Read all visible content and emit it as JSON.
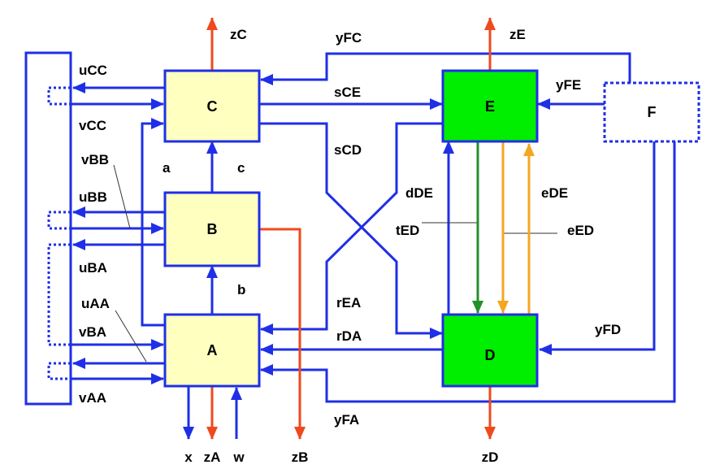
{
  "colors": {
    "blue": "#1f2fe6",
    "red": "#ee4a1e",
    "green": "#23902a",
    "orange": "#f4a622",
    "yellow_block": "#ffffc0",
    "green_block": "#00ee00"
  },
  "blocks": {
    "A": "A",
    "B": "B",
    "C": "C",
    "D": "D",
    "E": "E",
    "F": "F"
  },
  "labels": {
    "zC": "zC",
    "yFC": "yFC",
    "zE": "zE",
    "uCC": "uCC",
    "sCE": "sCE",
    "yFE": "yFE",
    "vCC": "vCC",
    "sCD": "sCD",
    "vBB": "vBB",
    "a": "a",
    "c": "c",
    "dDE": "dDE",
    "eDE": "eDE",
    "uBB": "uBB",
    "tED": "tED",
    "eED": "eED",
    "uBA": "uBA",
    "b": "b",
    "uAA": "uAA",
    "rEA": "rEA",
    "vBA": "vBA",
    "rDA": "rDA",
    "yFD": "yFD",
    "vAA": "vAA",
    "yFA": "yFA",
    "x": "x",
    "zA": "zA",
    "w": "w",
    "zB": "zB",
    "zD": "zD"
  }
}
